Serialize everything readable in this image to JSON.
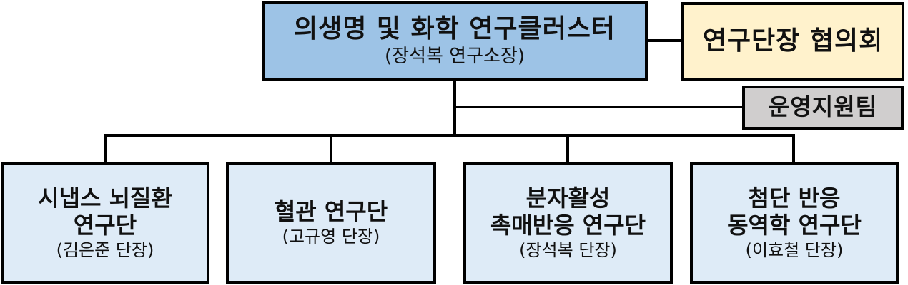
{
  "head": {
    "title": "의생명 및 화학 연구클러스터",
    "leader": "(장석복 연구소장)",
    "color": "#9dc3e6"
  },
  "council": {
    "title": "연구단장 협의회",
    "color": "#fff2cc"
  },
  "support": {
    "title": "운영지원팀",
    "color": "#d0cece"
  },
  "units": [
    {
      "title_line1": "시냅스 뇌질환",
      "title_line2": "연구단",
      "leader": "(김은준 단장)"
    },
    {
      "title_line1": "혈관 연구단",
      "title_line2": "",
      "leader": "(고규영 단장)"
    },
    {
      "title_line1": "분자활성",
      "title_line2": "촉매반응 연구단",
      "leader": "(장석복 단장)"
    },
    {
      "title_line1": "첨단 반응",
      "title_line2": "동역학 연구단",
      "leader": "(이효철 단장)"
    }
  ],
  "unit_color": "#deebf7"
}
